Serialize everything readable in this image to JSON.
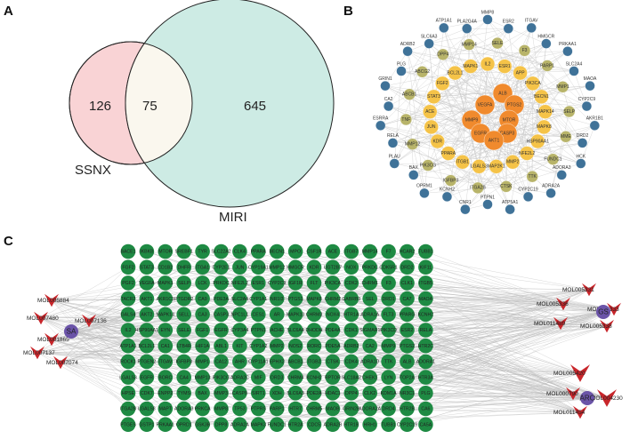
{
  "panels": {
    "a": {
      "label": "A"
    },
    "b": {
      "label": "B"
    },
    "c": {
      "label": "C"
    }
  },
  "venn": {
    "left_set": "SSNX",
    "right_set": "MIRI",
    "left_only": "126",
    "overlap": "75",
    "right_only": "645",
    "colors": {
      "left": "#f9d3d5",
      "right": "#cdebe4",
      "overlap": "#faf7ee"
    }
  },
  "ppi": {
    "core": [
      "ALB",
      "VEGFA",
      "PTGS2",
      "MMP9",
      "MTOR",
      "EGFR",
      "CASP3",
      "AKT1"
    ],
    "ring2": [
      "IL2",
      "ESR1",
      "APP",
      "PIK3CA",
      "BECN1",
      "MAPK14",
      "MAPK8",
      "HSP90AA1",
      "NFE2L2",
      "MMP2",
      "MAP2K1",
      "LGALS3",
      "ITGB1",
      "PPARA",
      "KDR",
      "JUN",
      "ACE",
      "STAT3",
      "FGF2",
      "BCL2L1",
      "MAPK1"
    ],
    "ring3": [
      "SELE",
      "F3",
      "PARP1",
      "MMP1",
      "SELP",
      "MME",
      "FUNDC1",
      "TTK",
      "CTSK",
      "ITGA2B",
      "IGFBP3",
      "PIK3CG",
      "MMP12",
      "TNF",
      "ABCB1",
      "ABCG2",
      "DPP4",
      "MMP14"
    ],
    "outer": [
      "MMP8",
      "ESR2",
      "ITGAV",
      "HMGCR",
      "PRKAA1",
      "SLC2A4",
      "MAOA",
      "CYP2C9",
      "AKR1B1",
      "DRD2",
      "HCK",
      "ADORA3",
      "ADRA2A",
      "CYP2C19",
      "ATP5A1",
      "PTPN1",
      "CNR1",
      "KCNH2",
      "OPRM1",
      "BAX",
      "PLAU",
      "RELA",
      "ESRRA",
      "CA2",
      "GRIN1",
      "PLG",
      "ADRB2",
      "SLC6A3",
      "ATP1A1",
      "PLA2G4A"
    ],
    "colors": {
      "core": "#f08a2d",
      "ring2": "#f5c348",
      "ring3": "#b8b46a",
      "outer": "#3f7298",
      "edge": "#c9c9c9"
    }
  },
  "network": {
    "herbs": [
      {
        "name": "SA",
        "color": "#6b54a8"
      },
      {
        "name": "GS",
        "color": "#6b54a8"
      },
      {
        "name": "ARC",
        "color": "#6b54a8"
      }
    ],
    "molecules_left": [
      "MOL005884",
      "MOL007480",
      "MOL007136",
      "MOL001865",
      "MOL007137",
      "MOL007074"
    ],
    "molecules_right": [
      "MOL005331",
      "MOL005336",
      "MOL005333",
      "MOL011489",
      "MOL005338",
      "MOL005420",
      "MOL000790",
      "MOL004230",
      "MOL011454"
    ],
    "target_rows": [
      [
        "BACE1",
        "IKBKB",
        "MTOR",
        "SREBF1",
        "TYR",
        "SLC22A2",
        "CLK4",
        "PPARA",
        "BECN1",
        "MPO",
        "CSF1R",
        "ACE",
        "ITGB7",
        "MMP14",
        "F7",
        "HCAR2",
        "TUBB1"
      ],
      [
        "FGF2",
        "STAT3",
        "CD1B2",
        "DHFR",
        "ITGA1",
        "CYP2E1",
        "JUN",
        "CYP19A1",
        "MMP12",
        "HMGCR",
        "KDR",
        "UGT2B7",
        "NOX",
        "PRKDC",
        "CDK5R1",
        "DRD2",
        "KIF11"
      ],
      [
        "PGF2",
        "VEGFA",
        "MAPK1",
        "SELP",
        "LCK",
        "PRKDC",
        "NFE2L2",
        "ESR1",
        "CYP2C9",
        "IGF1R",
        "FLT",
        "PIK3CA",
        "CDK2",
        "CHRM1",
        "F3",
        "CLK1",
        "ITGB5"
      ],
      [
        "TACR2",
        "AKT1",
        "AKR1C3",
        "PTGDR2",
        "CA9",
        "PDE3A",
        "SLC2A4",
        "CYP1A1",
        "NR1I3",
        "PTGS1",
        "MAPK8",
        "CHRM2",
        "GABRB3",
        "SEL",
        "DRD1",
        "CA7",
        "MAOA"
      ],
      [
        "GALS4",
        "AKT2",
        "MAPK14",
        "SELL",
        "CA3",
        "CASP3",
        "NPC1L1",
        "CES1",
        "AR",
        "MAPK10",
        "CHRM3",
        "NOX4",
        "HTR1A",
        "ADRA1A",
        "FLT3",
        "PPARG",
        "KCNH2"
      ],
      [
        "IL2",
        "HSP90AA1",
        "EYN",
        "SELE",
        "FGF1",
        "EGFR",
        "CYP3A4",
        "PTPN1",
        "ACHE",
        "SLC6A4",
        "DHODH",
        "PDE4A",
        "CDK1",
        "SIGMAR1",
        "PIK3CD",
        "ESR2",
        "RELA"
      ],
      [
        "ATP1A1",
        "BCL2L1",
        "CA1",
        "LTB4R",
        "HIF1A",
        "ABL1",
        "KIT",
        "CYP1A2",
        "MMP2",
        "NOS2",
        "RORC",
        "PDE5A",
        "ADRB2",
        "CA2",
        "MMP9",
        "PTGS2",
        "HTR2C"
      ],
      [
        "ROCK1",
        "PTGEN2",
        "ITGAV",
        "IGFBP3",
        "MMP1",
        "CA12",
        "AHR",
        "CYP11A1",
        "EPHX2",
        "ABCB1",
        "ITGB2",
        "CTSK",
        "CDK4",
        "ADRA1D",
        "TTK",
        "ALB",
        "ADORA1"
      ],
      [
        "LGALS3",
        "EGFR",
        "BORC",
        "CA4",
        "MMP13",
        "PIK3CG",
        "ADRA2C",
        "MIF",
        "DRD3",
        "CHRM4",
        "KCNH2",
        "RPTOR",
        "SLC18A2",
        "CHEK1",
        "LYN",
        "TOP2A",
        "HTR3A"
      ],
      [
        "HPSE",
        "CDK7",
        "ENPP2",
        "TYMS",
        "BAX",
        "MMP3",
        "CASP8",
        "SIRT1",
        "XDH",
        "SLC6A3",
        "PDE2A",
        "HDAC1",
        "DPP4",
        "CLK2",
        "KDM1A",
        "NR3C1",
        "PLG"
      ],
      [
        "ITGA2B",
        "LGALS8",
        "MAPT",
        "ADORA3",
        "PRKCA",
        "MMP8",
        "TP53",
        "PTPRS",
        "PARP1",
        "HTR7",
        "CHRM5",
        "MAOB",
        "GRIN2B",
        "ADORA2A",
        "DRD4",
        "HTR2B",
        "CA6"
      ],
      [
        "PTGES",
        "GSTP1",
        "PRKAA1",
        "OPRD1",
        "GSK3B",
        "DPP8",
        "ADRA2A",
        "MAPK3",
        "FUNDC1",
        "HTR2A",
        "CDC5",
        "ADRA2B",
        "HTR1B",
        "HRH1",
        "TUBB1",
        "CYP2C19",
        "CA5A"
      ]
    ],
    "colors": {
      "target": "#1e8a43",
      "molecule": "#c8262b",
      "herb": "#6b54a8",
      "edge": "#bcbcbc"
    }
  }
}
